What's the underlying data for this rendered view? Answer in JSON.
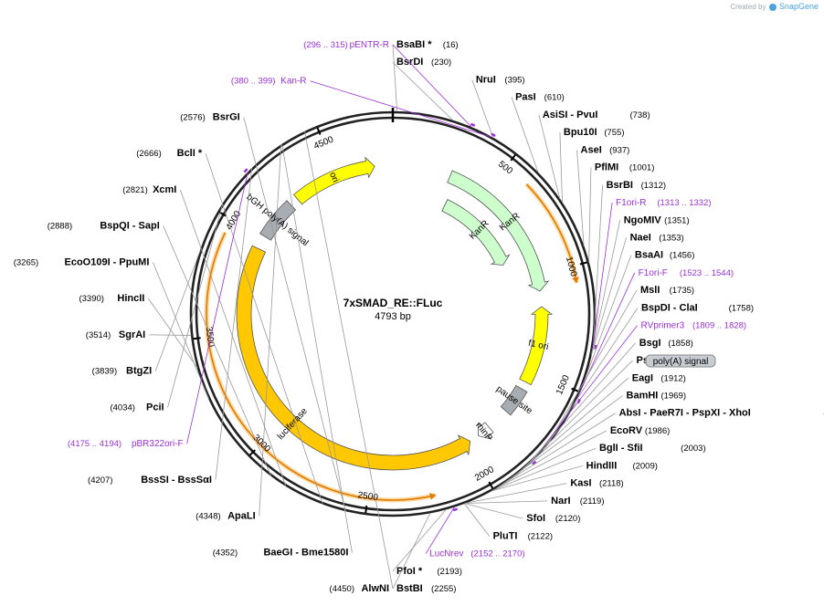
{
  "app": {
    "credit_prefix": "Created by",
    "credit_brand": "SnapGene"
  },
  "plasmid": {
    "name": "7xSMAD_RE::FLuc",
    "length": 4793,
    "length_label": "4793 bp"
  },
  "colors": {
    "primer": "#9b30d9",
    "ori": "#ffff00",
    "kanr": "#ccffcc",
    "luciferase": "#ffc800",
    "polya": "#a8adb3",
    "orf_track": "#e07a00",
    "backbone": "#222222",
    "minp": "#ffffff"
  },
  "ticks": [
    {
      "value": 500,
      "label": "500"
    },
    {
      "value": 1000,
      "label": "1000"
    },
    {
      "value": 1500,
      "label": "1500"
    },
    {
      "value": 2000,
      "label": "2000"
    },
    {
      "value": 2500,
      "label": "2500"
    },
    {
      "value": 3000,
      "label": "3000"
    },
    {
      "value": 3500,
      "label": "3500"
    },
    {
      "value": 4000,
      "label": "4000"
    },
    {
      "value": 4500,
      "label": "4500"
    }
  ],
  "features": [
    {
      "name": "ori",
      "start": 4265,
      "end": 4700,
      "dir": "cw",
      "layer": "outer",
      "color": "#ffff00"
    },
    {
      "name": "KanR",
      "start": 300,
      "end": 1080,
      "dir": "cw",
      "layer": "outer",
      "color": "#ccffcc"
    },
    {
      "name": "KanR",
      "start": 340,
      "end": 880,
      "dir": "cw",
      "layer": "inner",
      "color": "#ccffcc"
    },
    {
      "name": "f1 ori",
      "start": 1160,
      "end": 1560,
      "dir": "ccw",
      "layer": "outer",
      "color": "#ffff00"
    },
    {
      "name": "pause site",
      "start": 1600,
      "end": 1740,
      "dir": "none",
      "layer": "outer",
      "color": "#a8adb3"
    },
    {
      "name": "minP",
      "start": 1860,
      "end": 1930,
      "dir": "cw",
      "layer": "outer",
      "color": "#ffffff"
    },
    {
      "name": "luciferase",
      "start": 1980,
      "end": 3940,
      "dir": "ccw",
      "layer": "outer",
      "color": "#ffc800"
    },
    {
      "name": "bGH poly(A) signal",
      "start": 4010,
      "end": 4220,
      "dir": "none",
      "layer": "outer",
      "color": "#a8adb3"
    }
  ],
  "orf_arcs": [
    {
      "start": 610,
      "end": 1070,
      "dir": "cw"
    },
    {
      "start": 2220,
      "end": 3940,
      "dir": "ccw"
    }
  ],
  "sites": [
    {
      "name": "BsaBI *",
      "pos": "(16)",
      "side": "right",
      "value": 16
    },
    {
      "name": "BsrDI",
      "pos": "(230)",
      "side": "right",
      "value": 230
    },
    {
      "name": "pENTR-R",
      "pos": "(296 .. 315)",
      "side": "left",
      "value": 305,
      "primer": true
    },
    {
      "name": "NruI",
      "pos": "(395)",
      "side": "right",
      "value": 395
    },
    {
      "name": "Kan-R",
      "pos": "(380 .. 399)",
      "side": "left",
      "value": 390,
      "primer": true
    },
    {
      "name": "PasI",
      "pos": "(610)",
      "side": "right",
      "value": 610
    },
    {
      "name": "AsiSI  -  PvuI",
      "pos": "(738)",
      "side": "right",
      "value": 738
    },
    {
      "name": "Bpu10I",
      "pos": "(755)",
      "side": "right",
      "value": 755
    },
    {
      "name": "AseI",
      "pos": "(937)",
      "side": "right",
      "value": 937
    },
    {
      "name": "PflMI",
      "pos": "(1001)",
      "side": "right",
      "value": 1001
    },
    {
      "name": "BsrBI",
      "pos": "(1312)",
      "side": "right",
      "value": 1312
    },
    {
      "name": "F1ori-R",
      "pos": "(1313 .. 1332)",
      "side": "right",
      "value": 1322,
      "primer": true
    },
    {
      "name": "NgoMIV",
      "pos": "(1351)",
      "side": "right",
      "value": 1351
    },
    {
      "name": "NaeI",
      "pos": "(1353)",
      "side": "right",
      "value": 1353
    },
    {
      "name": "BsaAI",
      "pos": "(1456)",
      "side": "right",
      "value": 1456
    },
    {
      "name": "F1ori-F",
      "pos": "(1523 .. 1544)",
      "side": "right",
      "value": 1533,
      "primer": true
    },
    {
      "name": "MslI",
      "pos": "(1735)",
      "side": "right",
      "value": 1735
    },
    {
      "name": "BspDI  -  ClaI",
      "pos": "(1758)",
      "side": "right",
      "value": 1758
    },
    {
      "name": "RVprimer3",
      "pos": "(1809 .. 1828)",
      "side": "right",
      "value": 1818,
      "primer": true
    },
    {
      "name": "BsgI",
      "pos": "(1858)",
      "side": "right",
      "value": 1858
    },
    {
      "name": "PshAI",
      "pos": "(1882)",
      "side": "right",
      "value": 1882
    },
    {
      "name": "EagI",
      "pos": "(1912)",
      "side": "right",
      "value": 1912
    },
    {
      "name": "BamHI",
      "pos": "(1969)",
      "side": "right",
      "value": 1969
    },
    {
      "name": "AbsI  -  PaeR7I  -  PspXI  -  XhoI",
      "pos": "(1978)",
      "side": "right",
      "value": 1978
    },
    {
      "name": "EcoRV",
      "pos": "(1986)",
      "side": "right",
      "value": 1986
    },
    {
      "name": "BglI  -  SfiI",
      "pos": "(2003)",
      "side": "right",
      "value": 2003
    },
    {
      "name": "HindIII",
      "pos": "(2009)",
      "side": "right",
      "value": 2009
    },
    {
      "name": "KasI",
      "pos": "(2118)",
      "side": "right",
      "value": 2118
    },
    {
      "name": "NarI",
      "pos": "(2119)",
      "side": "right",
      "value": 2119
    },
    {
      "name": "SfoI",
      "pos": "(2120)",
      "side": "right",
      "value": 2120
    },
    {
      "name": "PluTI",
      "pos": "(2122)",
      "side": "right",
      "value": 2122
    },
    {
      "name": "LucNrev",
      "pos": "(2152 .. 2170)",
      "side": "right",
      "value": 2161,
      "primer": true
    },
    {
      "name": "PfoI *",
      "pos": "(2193)",
      "side": "right",
      "value": 2193
    },
    {
      "name": "BstBI",
      "pos": "(2255)",
      "side": "right",
      "value": 2255
    },
    {
      "name": "BsrGI",
      "pos": "(2576)",
      "side": "left",
      "value": 2576
    },
    {
      "name": "BclI *",
      "pos": "(2666)",
      "side": "left",
      "value": 2666
    },
    {
      "name": "XcmI",
      "pos": "(2821)",
      "side": "left",
      "value": 2821
    },
    {
      "name": "BspQI  -  SapI",
      "pos": "(2888)",
      "side": "left",
      "value": 2888
    },
    {
      "name": "EcoO109I  -  PpuMI",
      "pos": "(3265)",
      "side": "left",
      "value": 3265
    },
    {
      "name": "HincII",
      "pos": "(3390)",
      "side": "left",
      "value": 3390
    },
    {
      "name": "SgrAI",
      "pos": "(3514)",
      "side": "left",
      "value": 3514
    },
    {
      "name": "BtgZI",
      "pos": "(3839)",
      "side": "left",
      "value": 3839
    },
    {
      "name": "PciI",
      "pos": "(4034)",
      "side": "left",
      "value": 4034
    },
    {
      "name": "pBR322ori-F",
      "pos": "(4175 .. 4194)",
      "side": "left",
      "value": 4185,
      "primer": true
    },
    {
      "name": "BssSI  -  BssSαI",
      "pos": "(4207)",
      "side": "left",
      "value": 4207
    },
    {
      "name": "ApaLI",
      "pos": "(4348)",
      "side": "left",
      "value": 4348
    },
    {
      "name": "BaeGI  -  Bme1580I",
      "pos": "(4352)",
      "side": "left",
      "value": 4352
    },
    {
      "name": "AlwNI",
      "pos": "(4450)",
      "side": "left",
      "value": 4450
    }
  ],
  "polya_badge": {
    "label": "poly(A) signal"
  }
}
